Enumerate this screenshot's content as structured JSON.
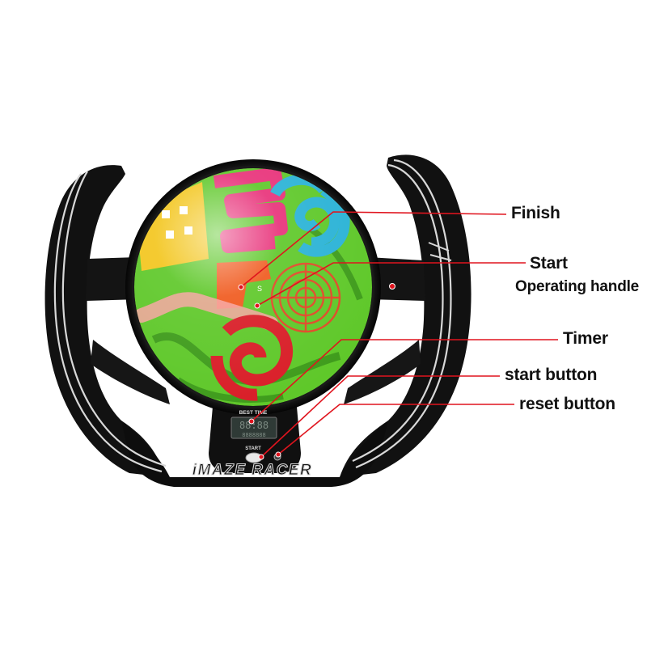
{
  "product": {
    "brand_text": "iMAZE RACER",
    "lcd_header": "BEST  TIME",
    "lcd_digits": "88:88",
    "lcd_digits_2": "8888888",
    "start_button_label": "START",
    "maze_small_text": "S"
  },
  "callouts": [
    {
      "id": "finish",
      "label": "Finish"
    },
    {
      "id": "start",
      "label": "Start"
    },
    {
      "id": "handle",
      "label": "Operating handle"
    },
    {
      "id": "timer",
      "label": "Timer"
    },
    {
      "id": "start_button",
      "label": "start button"
    },
    {
      "id": "reset_button",
      "label": "reset button"
    }
  ],
  "colors": {
    "body": "#111111",
    "stripe": "#d8d8d8",
    "leader": "#e0141e",
    "maze_green": "#5fc82a",
    "maze_pink": "#e8327a",
    "maze_cyan": "#2bb3d6",
    "maze_orange": "#f05a1e",
    "maze_red": "#d91e28",
    "maze_yellow": "#f3c61f"
  }
}
